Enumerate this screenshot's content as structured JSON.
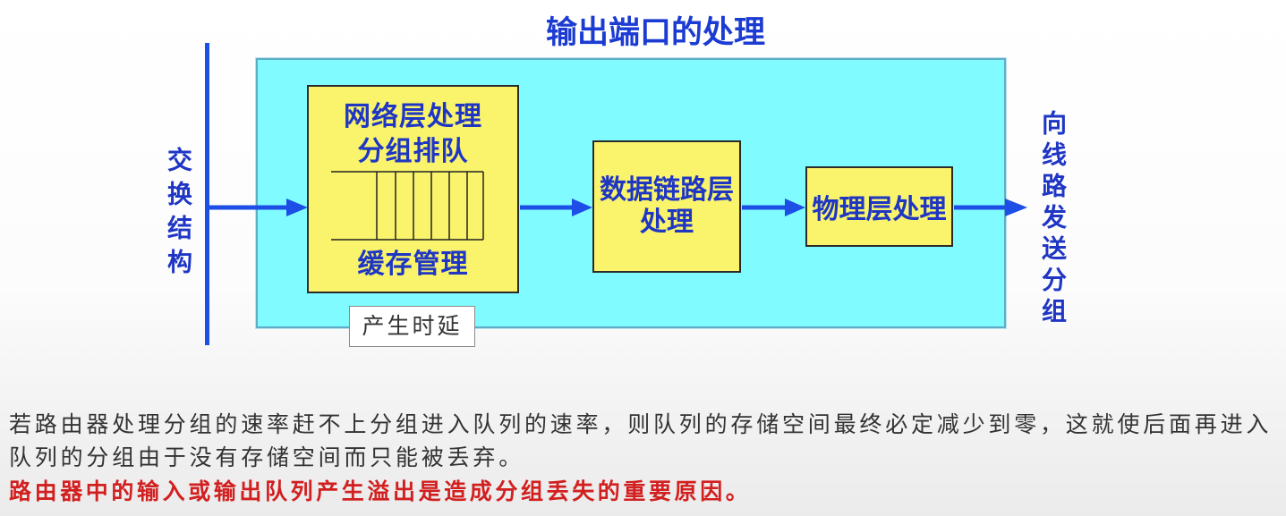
{
  "title": "输出端口的处理",
  "switch_fabric_label": "交换结构",
  "output_label": "向线路发送分组",
  "network_box": {
    "line1": "网络层处理",
    "line2": "分组排队",
    "line3": "缓存管理"
  },
  "datalink_box": {
    "line1": "数据链路层",
    "line2": "处理"
  },
  "physical_box": {
    "label": "物理层处理"
  },
  "delay_note": "产生时延",
  "explanation": "若路由器处理分组的速率赶不上分组进入队列的速率，则队列的存储空间最终必定减少到零，这就使后面再进入队列的分组由于没有存储空间而只能被丢弃。",
  "conclusion": "路由器中的输入或输出队列产生溢出是造成分组丢失的重要原因。",
  "colors": {
    "title-blue": "#1b3bd2",
    "label-blue": "#1f36c4",
    "arrow-blue": "#1d4ee6",
    "panel-cyan": "#80fbff",
    "panel-border": "#5fadc6",
    "box-yellow": "#f9f46b",
    "text-gray": "#333333",
    "warn-red": "#d21f1f"
  }
}
